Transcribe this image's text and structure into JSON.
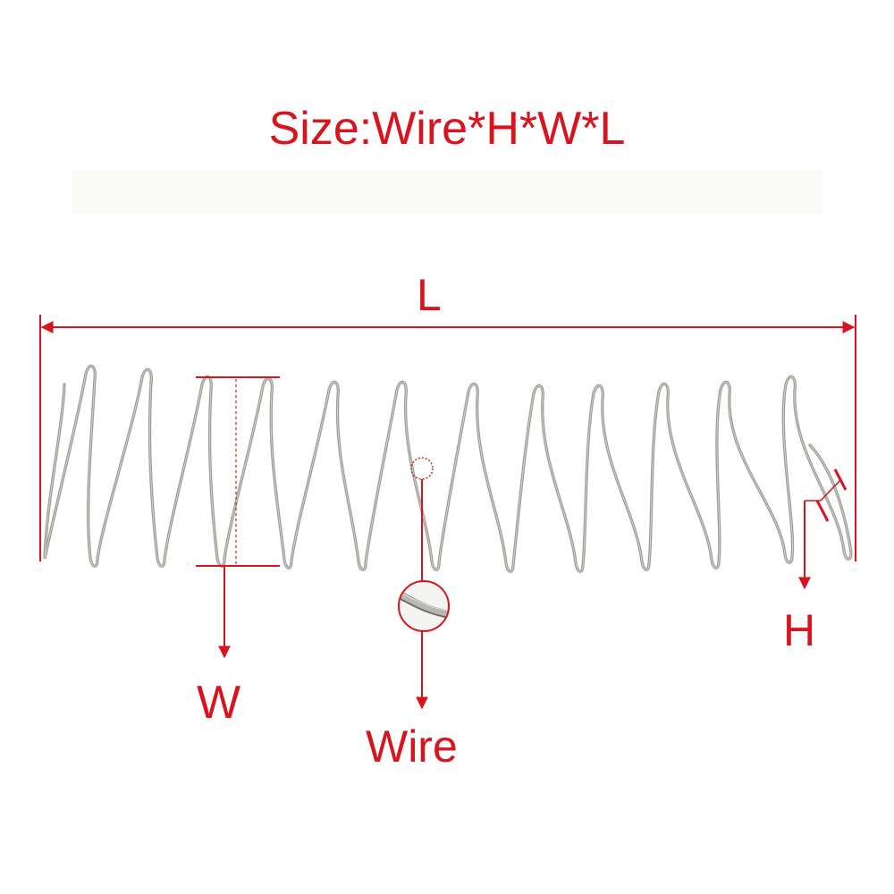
{
  "title": "Size:Wire*H*W*L",
  "labels": {
    "length": "L",
    "width": "W",
    "wire": "Wire",
    "height": "H"
  },
  "colors": {
    "annotation": "#d8141e",
    "spring_wire": "#8f8f88",
    "spring_highlight": "#c9c9c2",
    "background": "#ffffff"
  },
  "spring": {
    "coil_count": 13
  }
}
